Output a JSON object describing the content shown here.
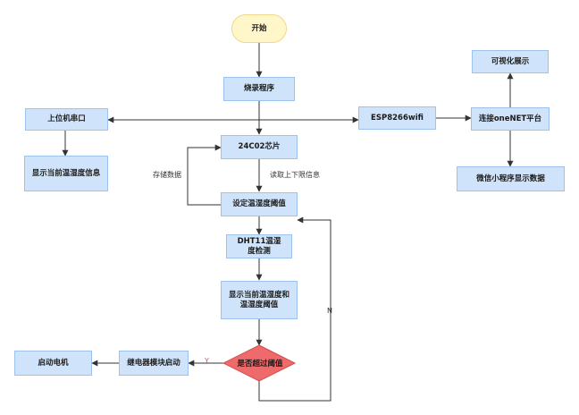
{
  "nodes": {
    "start": "开始",
    "burn": "烧录程序",
    "host_serial": "上位机串口",
    "esp": "ESP8266wifi",
    "onenet": "连接oneNET平台",
    "visual": "可视化展示",
    "wechat": "微信小程序显示数据",
    "show_host": "显示当前温湿度信息",
    "chip": "24C02芯片",
    "threshold": "设定温湿度阈值",
    "dht": "DHT11温湿\n度检测",
    "show_both": "显示当前温湿度和\n温湿度阈值",
    "decision": "是否超过阈值",
    "relay": "继电器模块启动",
    "motor": "启动电机"
  },
  "edge_labels": {
    "store": "存储数据",
    "read": "读取上下限信息",
    "yes": "Y",
    "no": "N"
  },
  "colors": {
    "box_fill": "#cfe4fb",
    "box_border": "#9cc3ee",
    "start_fill": "#fff6c9",
    "diamond_fill": "#ef6b6b",
    "line": "#333333",
    "yes_label": "#e05555"
  }
}
